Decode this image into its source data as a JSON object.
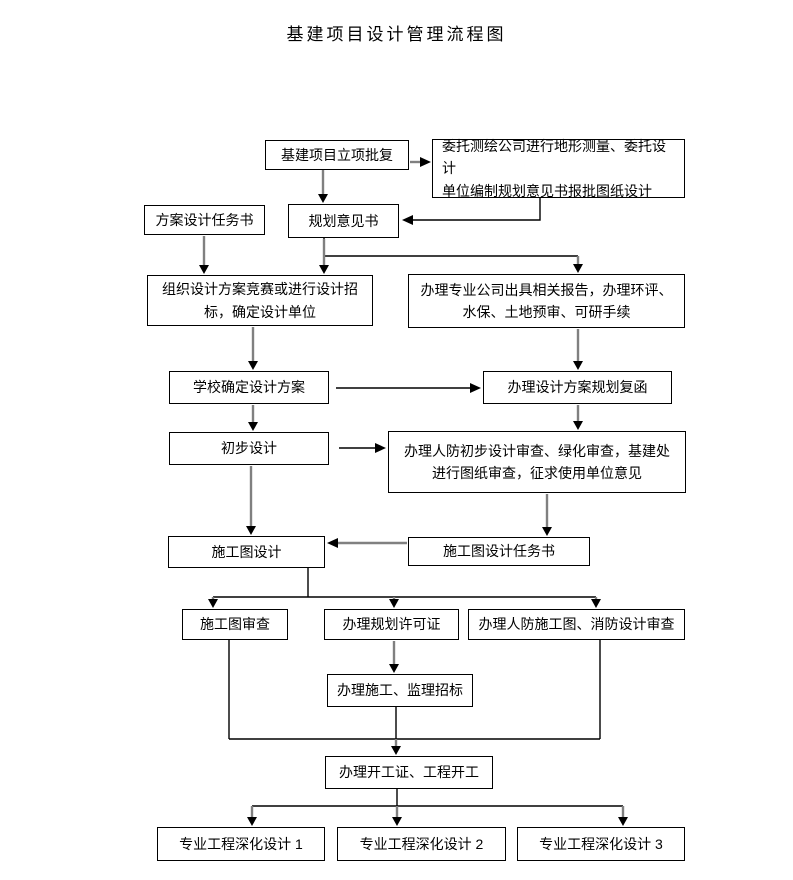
{
  "title": "基建项目设计管理流程图",
  "nodes": {
    "approval": {
      "label": "基建项目立项批复"
    },
    "entrust": {
      "line1": "委托测绘公司进行地形测量、委托设计",
      "line2": "单位编制规划意见书报批图纸设计"
    },
    "scheme_task": {
      "label": "方案设计任务书"
    },
    "planning_opinion": {
      "label": "规划意见书"
    },
    "competition": {
      "line1": "组织设计方案竞赛或进行设计招",
      "line2": "标，确定设计单位"
    },
    "agency_reports": {
      "line1": "办理专业公司出具相关报告，办理环评、",
      "line2": "水保、土地预审、可研手续"
    },
    "school_confirm": {
      "label": "学校确定设计方案"
    },
    "planning_reply": {
      "label": "办理设计方案规划复函"
    },
    "preliminary_design": {
      "label": "初步设计"
    },
    "preliminary_review": {
      "line1": "办理人防初步设计审查、绿化审查，基建处",
      "line2": "进行图纸审查，征求使用单位意见"
    },
    "construction_design": {
      "label": "施工图设计"
    },
    "construction_task": {
      "label": "施工图设计任务书"
    },
    "drawing_review": {
      "label": "施工图审查"
    },
    "planning_permit": {
      "label": "办理规划许可证"
    },
    "civil_fire_review": {
      "label": "办理人防施工图、消防设计审查"
    },
    "tender": {
      "label": "办理施工、监理招标"
    },
    "commencement": {
      "label": "办理开工证、工程开工"
    },
    "deepen_1": {
      "label": "专业工程深化设计 1"
    },
    "deepen_2": {
      "label": "专业工程深化设计 2"
    },
    "deepen_3": {
      "label": "专业工程深化设计 3"
    }
  },
  "colors": {
    "line": "#000000",
    "arrow_stem": "#808080",
    "border": "#000000",
    "text": "#000000",
    "background": "#ffffff"
  }
}
